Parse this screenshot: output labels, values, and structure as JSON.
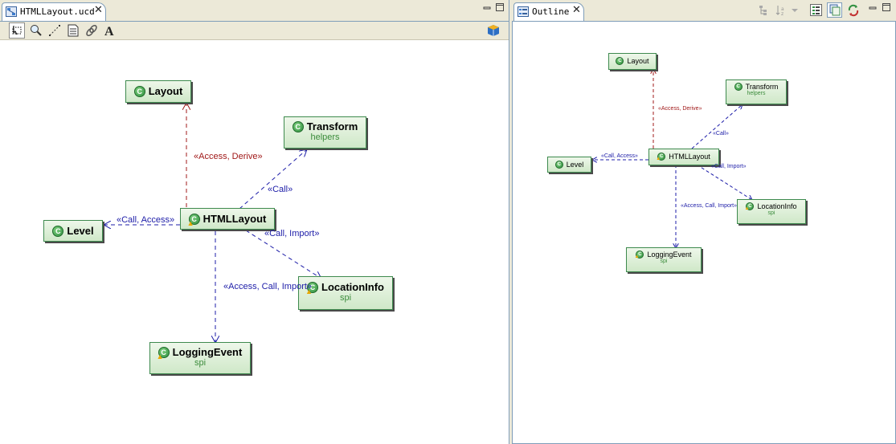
{
  "editor": {
    "tab_title": "HTMLLayout.ucd",
    "close_icon": "close-icon",
    "toolbar_icons": [
      "select-icon",
      "zoom-icon",
      "connector-icon",
      "note-icon",
      "link-icon",
      "text-icon",
      "cube-icon"
    ],
    "classes": {
      "layout": {
        "name": "Layout"
      },
      "transform": {
        "name": "Transform",
        "package": "helpers"
      },
      "level": {
        "name": "Level"
      },
      "htmllayout": {
        "name": "HTMLLayout"
      },
      "locationinfo": {
        "name": "LocationInfo",
        "package": "spi"
      },
      "loggingevent": {
        "name": "LoggingEvent",
        "package": "spi"
      }
    },
    "relations": {
      "to_layout": "«Access, Derive»",
      "to_transform": "«Call»",
      "to_level": "«Call, Access»",
      "to_locationinfo": "«Call, Import»",
      "to_loggingevent": "«Access, Call, Import»"
    }
  },
  "outline": {
    "tab_title": "Outline",
    "close_icon": "close-icon",
    "classes": {
      "layout": {
        "name": "Layout"
      },
      "transform": {
        "name": "Transform",
        "package": "helpers"
      },
      "level": {
        "name": "Level"
      },
      "htmllayout": {
        "name": "HTMLLayout"
      },
      "locationinfo": {
        "name": "LocationInfo",
        "package": "spi"
      },
      "loggingevent": {
        "name": "LoggingEvent",
        "package": "spi"
      }
    },
    "relations": {
      "to_layout": "«Access, Derive»",
      "to_transform": "«Call»",
      "to_level": "«Call, Access»",
      "to_locationinfo": "«Call, Import»",
      "to_loggingevent": "«Access, Call, Import»"
    }
  },
  "colors": {
    "relation_red": "#a01818",
    "relation_blue": "#1c1ca8",
    "class_border": "#3e8a4e",
    "package_text": "#3c8c3c"
  }
}
